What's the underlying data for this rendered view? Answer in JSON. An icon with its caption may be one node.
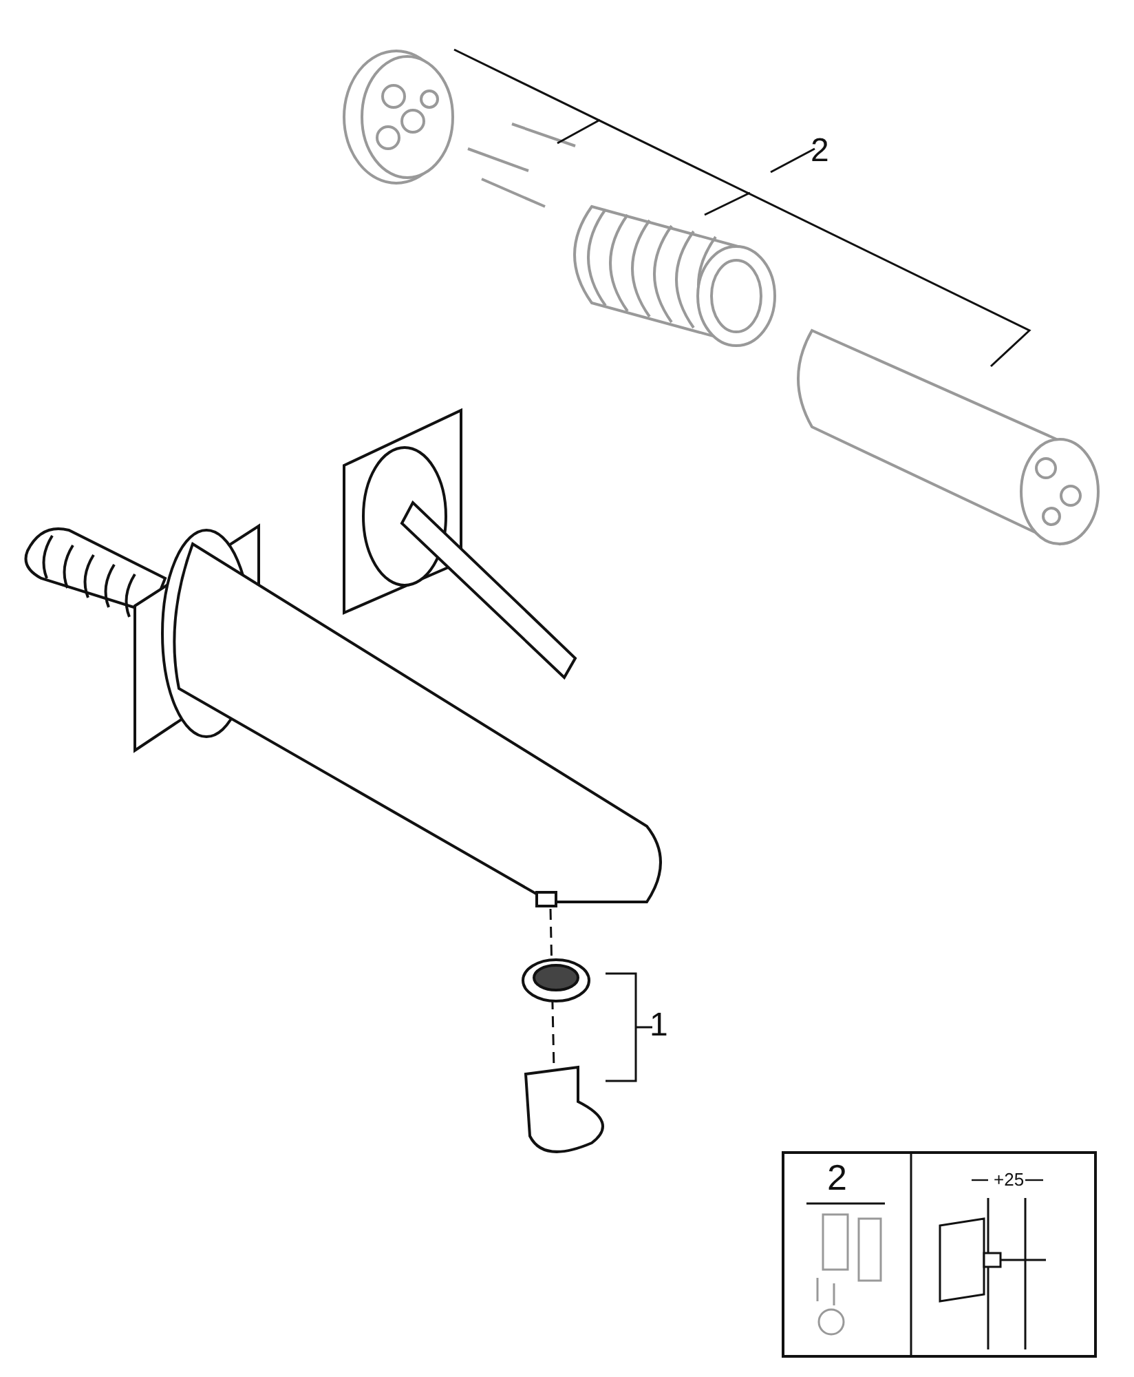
{
  "diagram": {
    "labels": [
      "2",
      "1",
      "2",
      "+25"
    ]
  }
}
